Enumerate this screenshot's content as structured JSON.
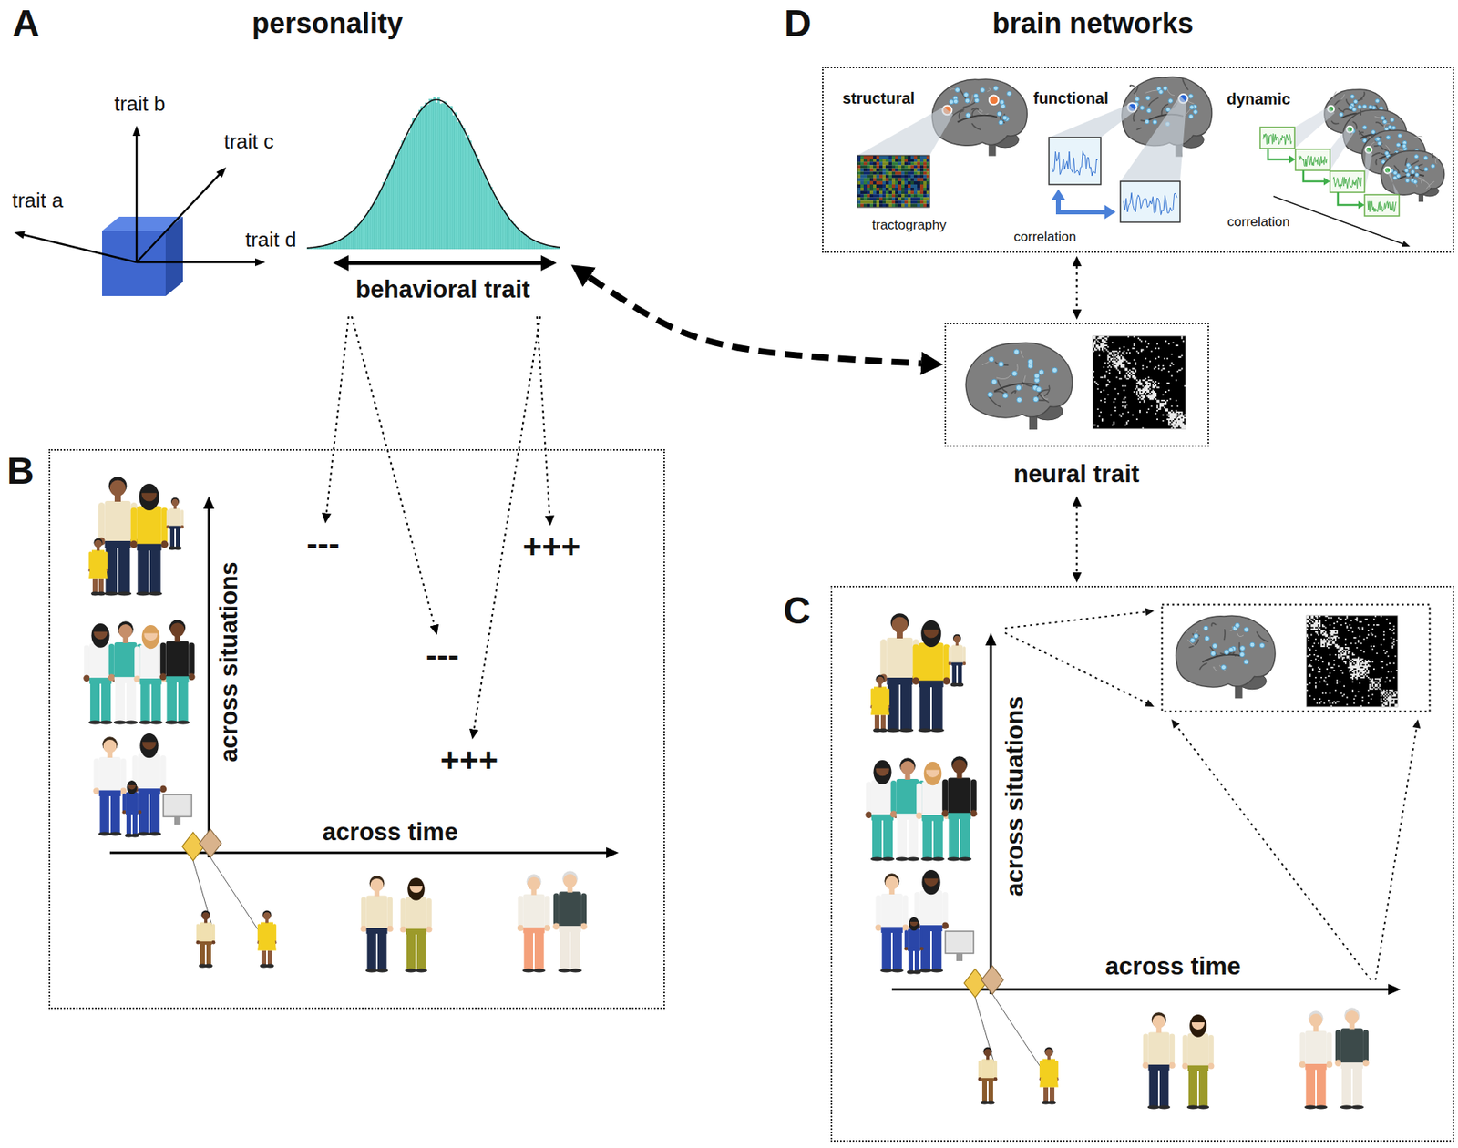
{
  "diagram": {
    "nodes": [
      {
        "text": [
          "behavioral trait"
        ]
      },
      {
        "text": [
          "structural",
          "functional",
          "dynamic",
          "tractography",
          "correlation",
          "correlation"
        ]
      },
      {
        "text": [
          "neural trait"
        ]
      },
      {
        "text": [
          "across situations",
          "across time"
        ]
      },
      {
        "text": [
          "---"
        ],
        "in": 3
      },
      {
        "text": [
          "+++"
        ],
        "in": 3
      },
      {
        "text": [
          "---"
        ],
        "in": 3
      },
      {
        "text": [
          "+++"
        ],
        "in": 3
      },
      {
        "text": [
          "across situations",
          "across time"
        ]
      }
    ],
    "edges": [
      {
        "from": 0,
        "to": 2,
        "arrow": "both"
      },
      {
        "from": 1,
        "to": 2,
        "arrow": "both"
      },
      {
        "from": 2,
        "to": 8,
        "arrow": "both"
      },
      {
        "from": 0,
        "to": 4,
        "arrow": "to"
      },
      {
        "from": 0,
        "to": 6,
        "arrow": "to"
      },
      {
        "from": 0,
        "to": 5,
        "arrow": "to"
      },
      {
        "from": 0,
        "to": 7,
        "arrow": "to"
      }
    ],
    "labels": [
      "A",
      "personality",
      "trait a",
      "trait b",
      "trait c",
      "trait d",
      "D",
      "brain networks",
      "B",
      "C"
    ]
  }
}
